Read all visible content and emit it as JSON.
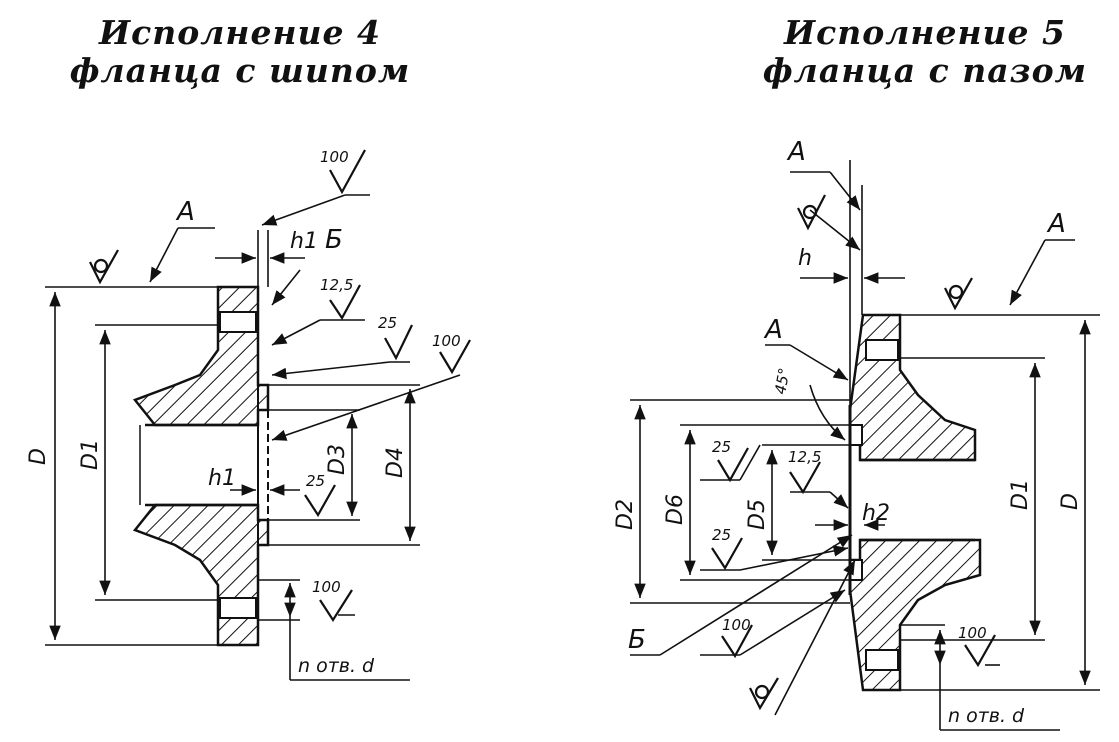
{
  "titles": {
    "left": [
      "Исполнение 4",
      "фланца с шипом"
    ],
    "right": [
      "Исполнение 5",
      "фланца с пазом"
    ]
  },
  "left_view": {
    "surface_labels": {
      "a": "А",
      "b": "Б"
    },
    "dimensions": {
      "d": "D",
      "d1": "D1",
      "d3": "D3",
      "d4": "D4",
      "h1": "h1"
    },
    "roughness": {
      "r100": "100",
      "r12_5": "12,5",
      "r25": "25"
    },
    "holes_note": "n отв. d"
  },
  "right_view": {
    "surface_labels": {
      "a": "А",
      "b": "Б"
    },
    "dimensions": {
      "d": "D",
      "d1": "D1",
      "d2": "D2",
      "d5": "D5",
      "d6": "D6",
      "h": "h",
      "h2": "h2",
      "chamfer": "45°"
    },
    "roughness": {
      "r100": "100",
      "r12_5": "12,5",
      "r25": "25"
    },
    "holes_note": "n отв. d"
  },
  "colors": {
    "ink": "#111111",
    "paper": "#ffffff"
  }
}
